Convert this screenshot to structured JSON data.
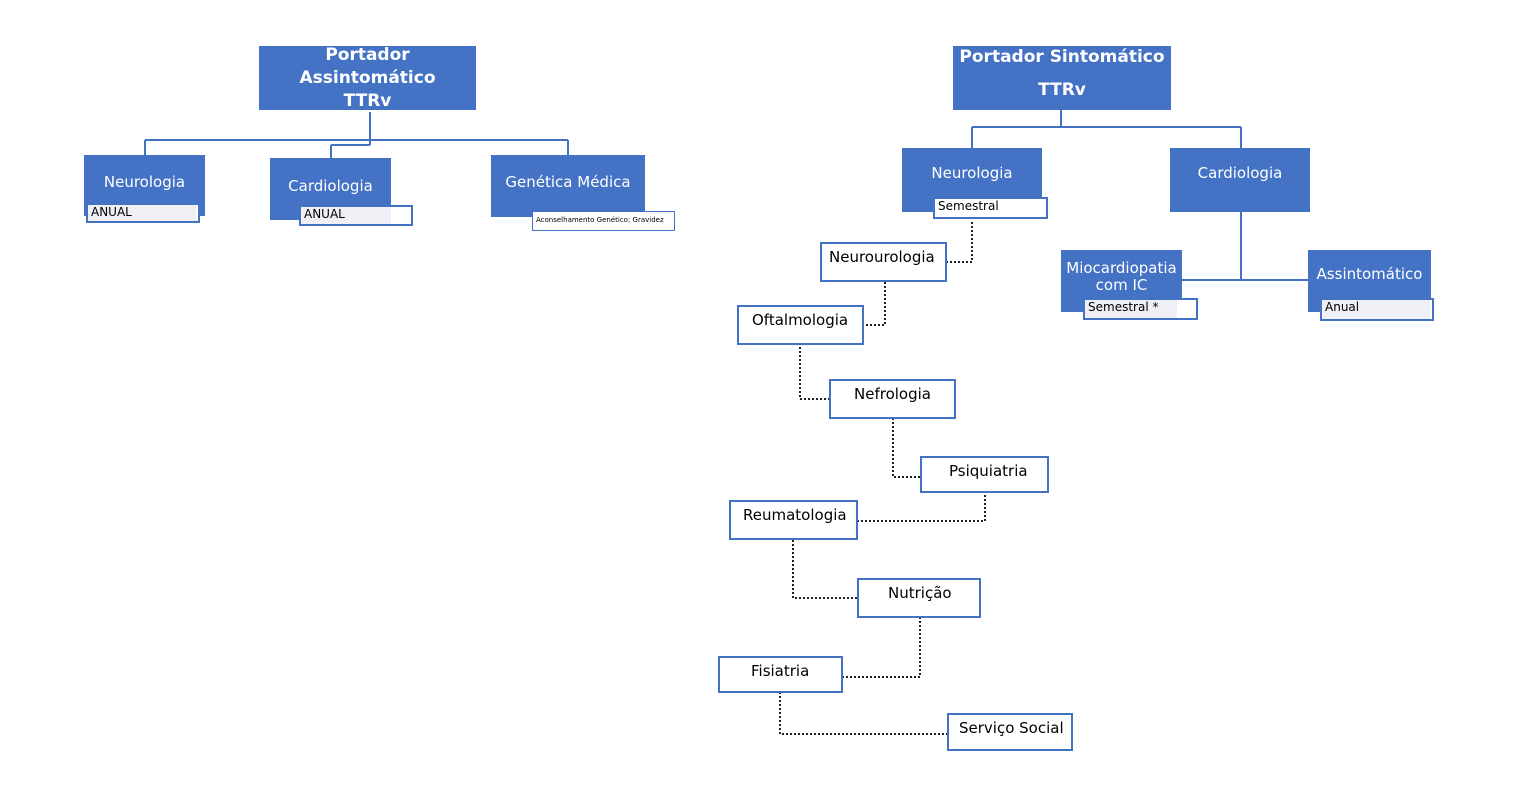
{
  "left_tree": {
    "root": {
      "line1": "Portador Assintomático",
      "line2": "TTRv"
    },
    "neurologia": {
      "label": "Neurologia",
      "tag": "ANUAL"
    },
    "cardiologia": {
      "label": "Cardiologia",
      "tag": "ANUAL"
    },
    "genetica": {
      "label": "Genética Médica",
      "tag": "Aconselhamento Genético;  Gravidez"
    }
  },
  "right_tree": {
    "root": {
      "line1": "Portador Sintomático",
      "line2": "TTRv"
    },
    "neurologia": {
      "label": "Neurologia",
      "tag": "Semestral"
    },
    "cardiologia": {
      "label": "Cardiologia"
    },
    "miocardiopatia": {
      "line1": "Miocardiopatia",
      "line2": "com IC",
      "tag": "Semestral *"
    },
    "assintomatico": {
      "label": "Assintomático",
      "tag": "Anual"
    },
    "chain": [
      "Neurourologia",
      "Oftalmologia",
      "Nefrologia",
      "Psiquiatria",
      "Reumatologia",
      "Nutrição",
      "Fisiatria",
      "Serviço Social"
    ]
  },
  "colors": {
    "node_fill": "#4472c4",
    "line": "#4472c4",
    "dotted": "#222222"
  }
}
